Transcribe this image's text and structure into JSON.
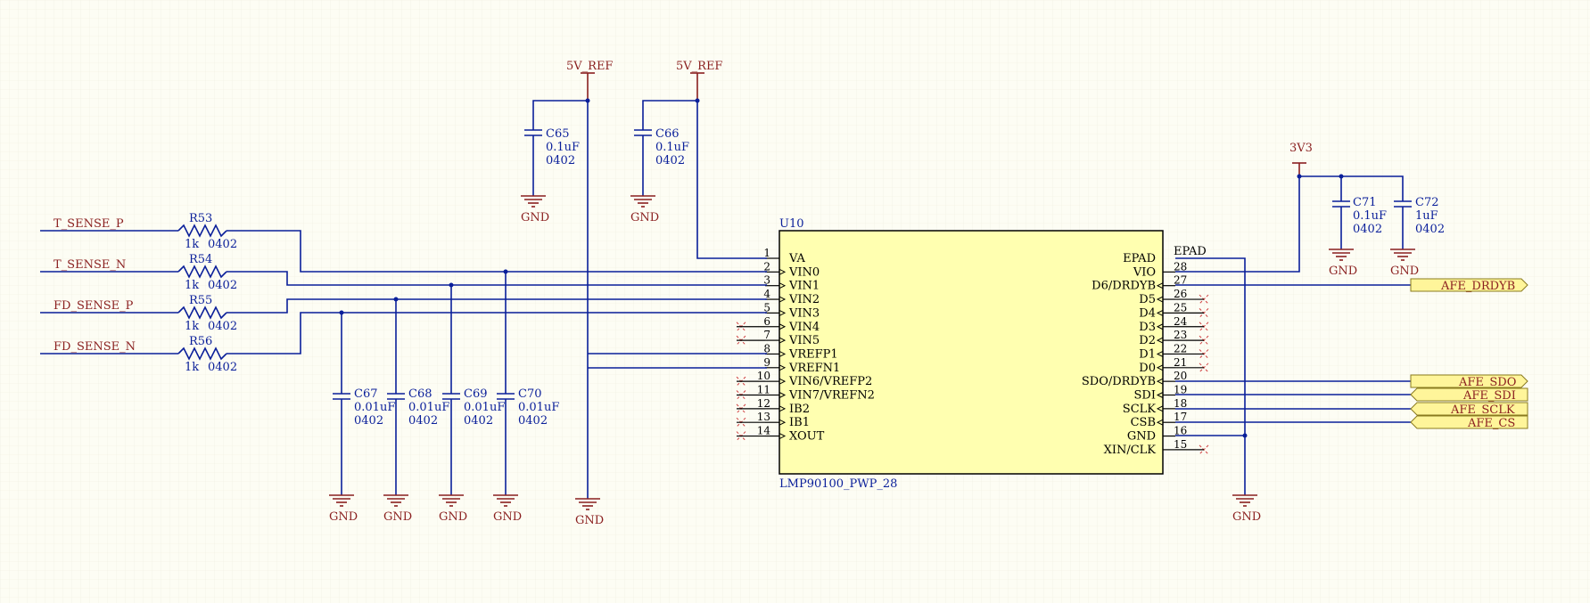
{
  "power": {
    "vref": "5V_REF",
    "v33": "3V3",
    "gnd": "GND"
  },
  "ic": {
    "ref": "U10",
    "part": "LMP90100_PWP_28",
    "left_pins": [
      {
        "num": "1",
        "name": "VA"
      },
      {
        "num": "2",
        "name": "VIN0"
      },
      {
        "num": "3",
        "name": "VIN1"
      },
      {
        "num": "4",
        "name": "VIN2"
      },
      {
        "num": "5",
        "name": "VIN3"
      },
      {
        "num": "6",
        "name": "VIN4"
      },
      {
        "num": "7",
        "name": "VIN5"
      },
      {
        "num": "8",
        "name": "VREFP1"
      },
      {
        "num": "9",
        "name": "VREFN1"
      },
      {
        "num": "10",
        "name": "VIN6/VREFP2"
      },
      {
        "num": "11",
        "name": "VIN7/VREFN2"
      },
      {
        "num": "12",
        "name": "IB2"
      },
      {
        "num": "13",
        "name": "IB1"
      },
      {
        "num": "14",
        "name": "XOUT"
      }
    ],
    "right_pins": [
      {
        "num": "",
        "name": "EPAD"
      },
      {
        "num": "28",
        "name": "VIO"
      },
      {
        "num": "27",
        "name": "D6/DRDYB"
      },
      {
        "num": "26",
        "name": "D5"
      },
      {
        "num": "25",
        "name": "D4"
      },
      {
        "num": "24",
        "name": "D3"
      },
      {
        "num": "23",
        "name": "D2"
      },
      {
        "num": "22",
        "name": "D1"
      },
      {
        "num": "21",
        "name": "D0"
      },
      {
        "num": "20",
        "name": "SDO/DRDYB"
      },
      {
        "num": "19",
        "name": "SDI"
      },
      {
        "num": "18",
        "name": "SCLK"
      },
      {
        "num": "17",
        "name": "CSB"
      },
      {
        "num": "16",
        "name": "GND"
      },
      {
        "num": "15",
        "name": "XIN/CLK"
      }
    ],
    "epad_label": "EPAD"
  },
  "input_nets": [
    "T_SENSE_P",
    "T_SENSE_N",
    "FD_SENSE_P",
    "FD_SENSE_N"
  ],
  "resistors": [
    {
      "ref": "R53",
      "value": "1k",
      "pkg": "0402"
    },
    {
      "ref": "R54",
      "value": "1k",
      "pkg": "0402"
    },
    {
      "ref": "R55",
      "value": "1k",
      "pkg": "0402"
    },
    {
      "ref": "R56",
      "value": "1k",
      "pkg": "0402"
    }
  ],
  "caps_bottom": [
    {
      "ref": "C67",
      "value": "0.01uF",
      "pkg": "0402"
    },
    {
      "ref": "C68",
      "value": "0.01uF",
      "pkg": "0402"
    },
    {
      "ref": "C69",
      "value": "0.01uF",
      "pkg": "0402"
    },
    {
      "ref": "C70",
      "value": "0.01uF",
      "pkg": "0402"
    }
  ],
  "caps_top": [
    {
      "ref": "C65",
      "value": "0.1uF",
      "pkg": "0402"
    },
    {
      "ref": "C66",
      "value": "0.1uF",
      "pkg": "0402"
    }
  ],
  "caps_right": [
    {
      "ref": "C71",
      "value": "0.1uF",
      "pkg": "0402"
    },
    {
      "ref": "C72",
      "value": "1uF",
      "pkg": "0402"
    }
  ],
  "ports": [
    "AFE_DRDYB",
    "AFE_SDO",
    "AFE_SDI",
    "AFE_SCLK",
    "AFE_CS"
  ],
  "colors": {
    "wire": "#0a1f9a",
    "power": "#8a1f1f",
    "ic_fill": "#ffffb0",
    "port_fill": "#fff59a"
  }
}
